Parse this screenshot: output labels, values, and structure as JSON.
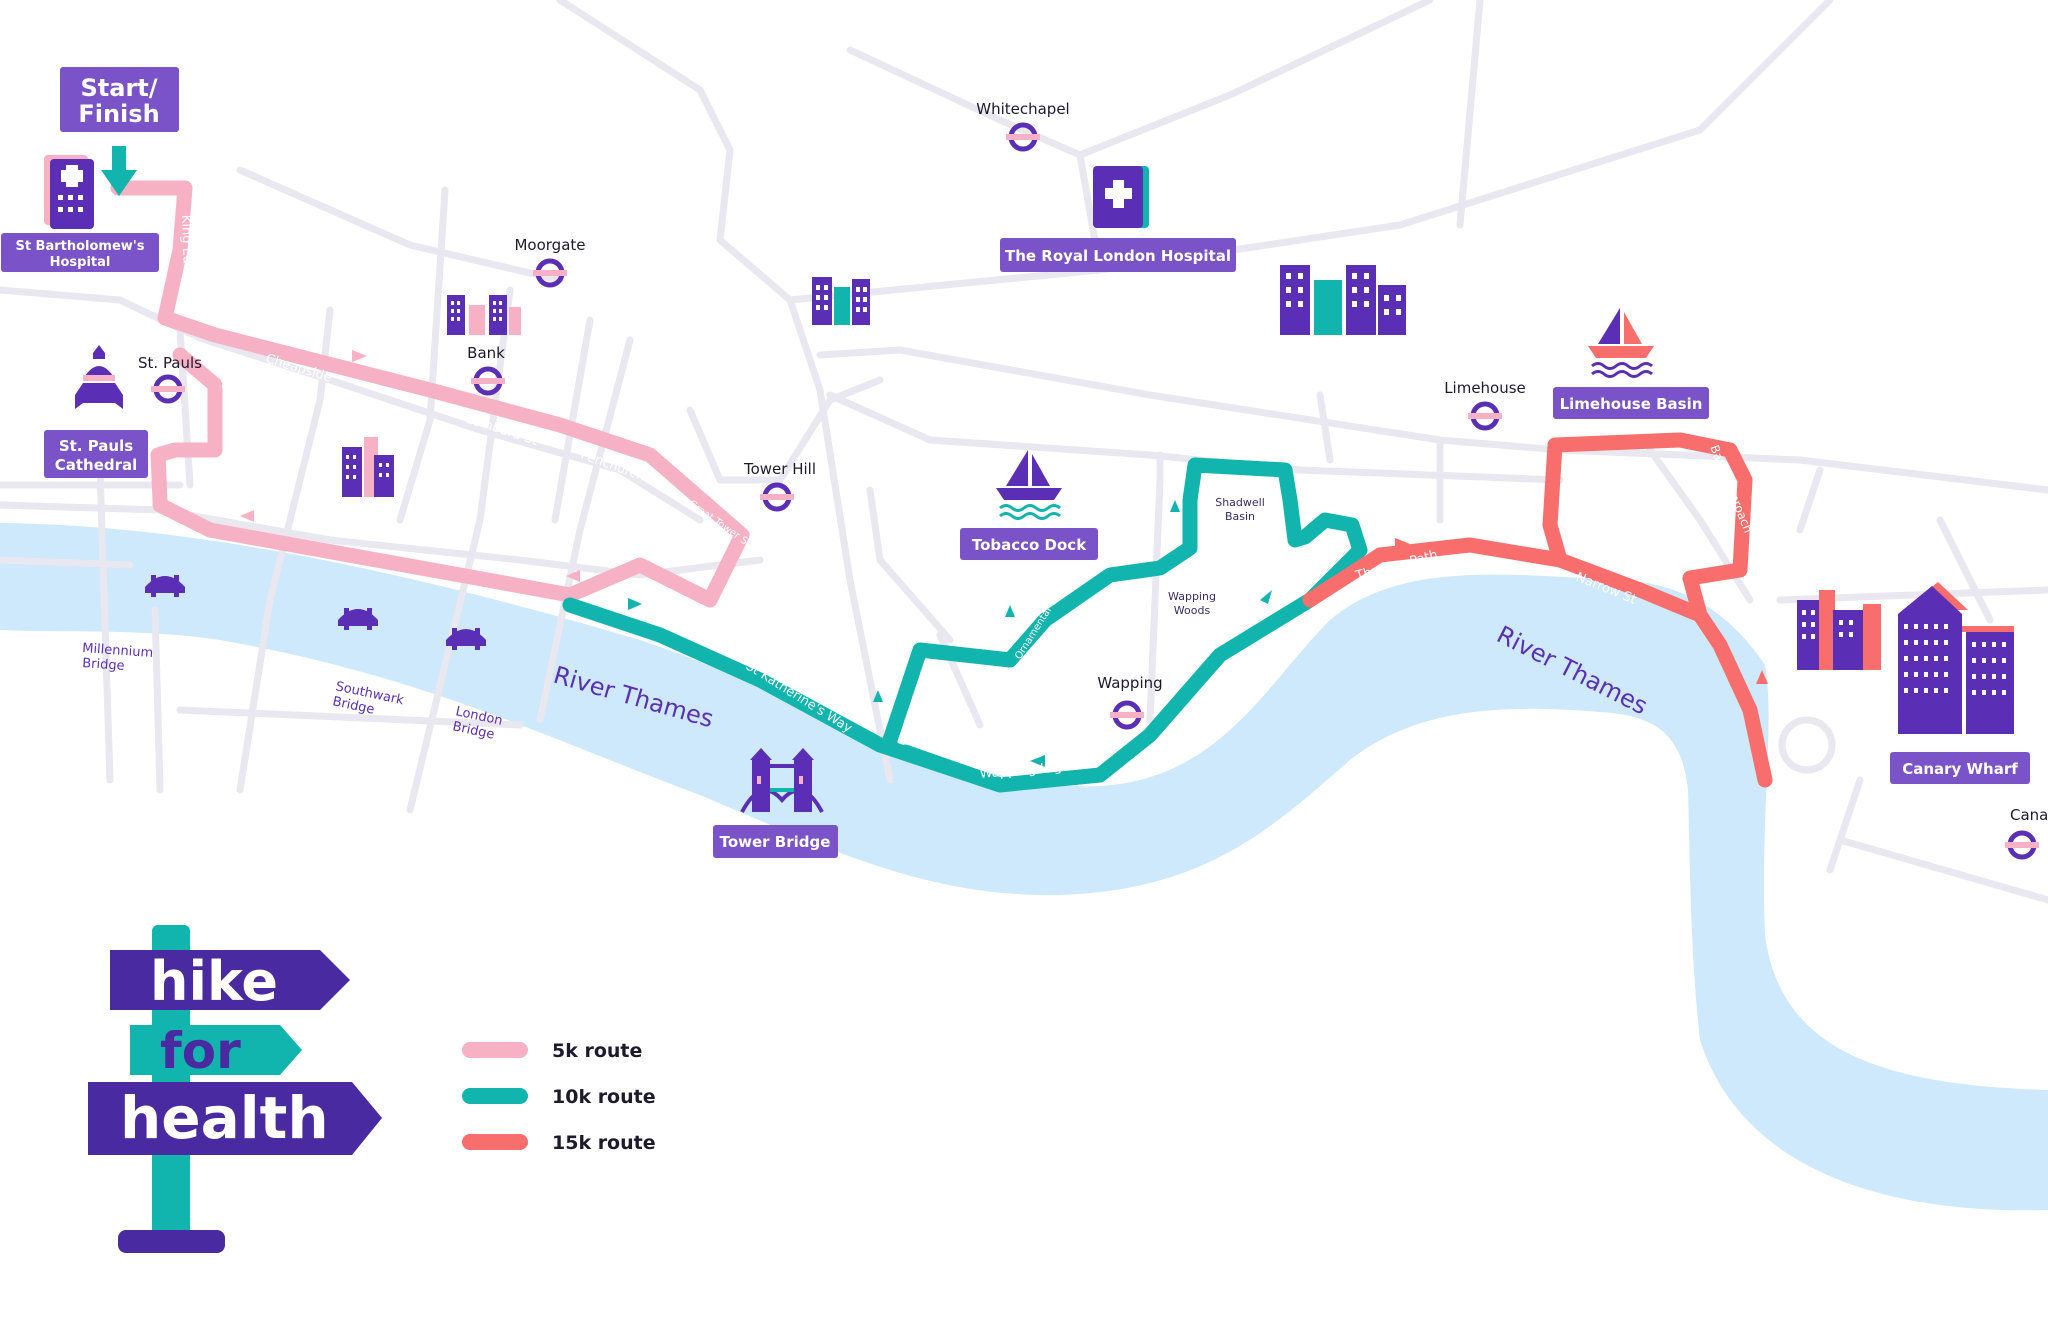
{
  "start_finish": {
    "line1": "Start/",
    "line2": "Finish"
  },
  "landmarks": {
    "barts_line1": "St Bartholomew's",
    "barts_line2": "Hospital",
    "stpauls_line1": "St. Pauls",
    "stpauls_line2": "Cathedral",
    "royal_london": "The Royal London Hospital",
    "tobacco_dock": "Tobacco Dock",
    "tower_bridge": "Tower Bridge",
    "limehouse_basin": "Limehouse Basin",
    "canary_wharf": "Canary Wharf"
  },
  "stations": {
    "whitechapel": "Whitechapel",
    "moorgate": "Moorgate",
    "bank": "Bank",
    "st_pauls": "St. Pauls",
    "tower_hill": "Tower Hill",
    "limehouse": "Limehouse",
    "wapping": "Wapping",
    "canary_wharf": "Canary Wh"
  },
  "streets": {
    "king_edward": "King Edward St",
    "cheapside": "Cheapside",
    "new_change": "New Change",
    "lombard": "Lombard St",
    "fenchurch": "Fenchurch St",
    "great_tower": "Great Tower St",
    "st_katherines": "St Katherine's Way",
    "wapping_high": "Wapping High St",
    "ornamental_canal": "Ornamental Canal",
    "thames_path": "Thames Path",
    "narrow_st": "Narrow St",
    "basin_approach": "Basin Approach"
  },
  "places": {
    "shadwell_1": "Shadwell",
    "shadwell_2": "Basin",
    "wapping_woods_1": "Wapping",
    "wapping_woods_2": "Woods"
  },
  "bridges": {
    "millennium_1": "Millennium",
    "millennium_2": "Bridge",
    "southwark_1": "Southwark",
    "southwark_2": "Bridge",
    "london_1": "London",
    "london_2": "Bridge"
  },
  "river": {
    "label": "River Thames"
  },
  "logo": {
    "word1": "hike",
    "word2": "for",
    "word3": "health"
  },
  "legend": [
    {
      "label": "5k route",
      "color": "#f7b1c4"
    },
    {
      "label": "10k route",
      "color": "#12b5ad"
    },
    {
      "label": "15k route",
      "color": "#f76e6c"
    }
  ],
  "colors": {
    "purple": "#5b2fb5",
    "label_bg": "#7a53c8",
    "river": "#cde9fb",
    "roads": "#e9e7ef"
  }
}
